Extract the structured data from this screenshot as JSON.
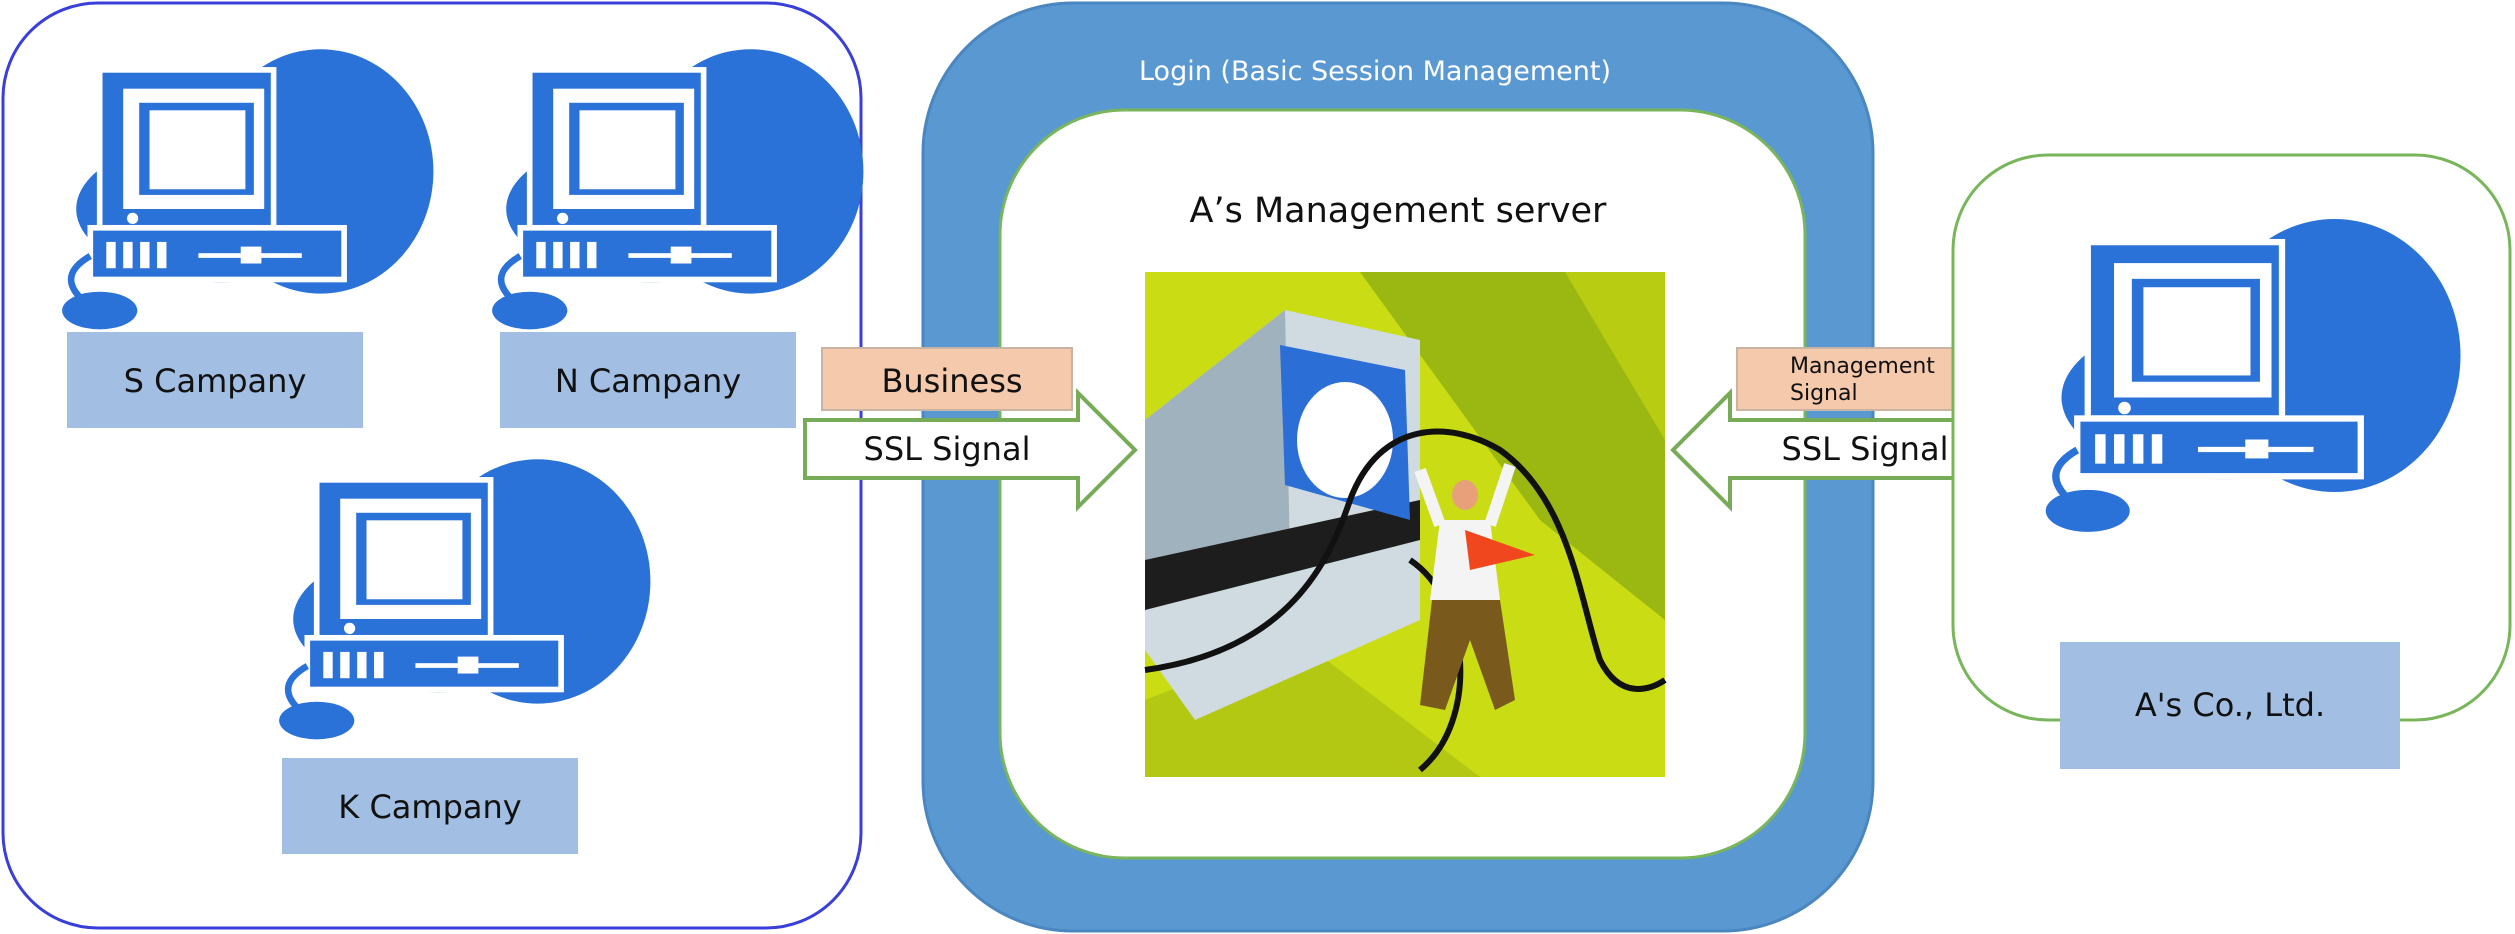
{
  "clients": {
    "companies": [
      {
        "name": "S Campany"
      },
      {
        "name": "N Campany"
      },
      {
        "name": "K Campany"
      }
    ]
  },
  "login": {
    "label": "Login (Basic Session Management)"
  },
  "server": {
    "title": "A’s Management server"
  },
  "left_link": {
    "tag": "Business",
    "arrow": "SSL Signal"
  },
  "right_link": {
    "tag_line1": "Management",
    "tag_line2": "Signal",
    "arrow": "SSL Signal"
  },
  "admin": {
    "name": "A's Co., Ltd."
  },
  "colors": {
    "computer_blue": "#2a72d8",
    "login_ring": "#5a98d2",
    "label_box": "#a2bfe3",
    "tag_box": "#f4c9ac",
    "arrow_green": "#77ab58",
    "client_border": "#3b3fd9",
    "admin_border": "#79b55a",
    "clipart_bg": "#cadc14"
  }
}
